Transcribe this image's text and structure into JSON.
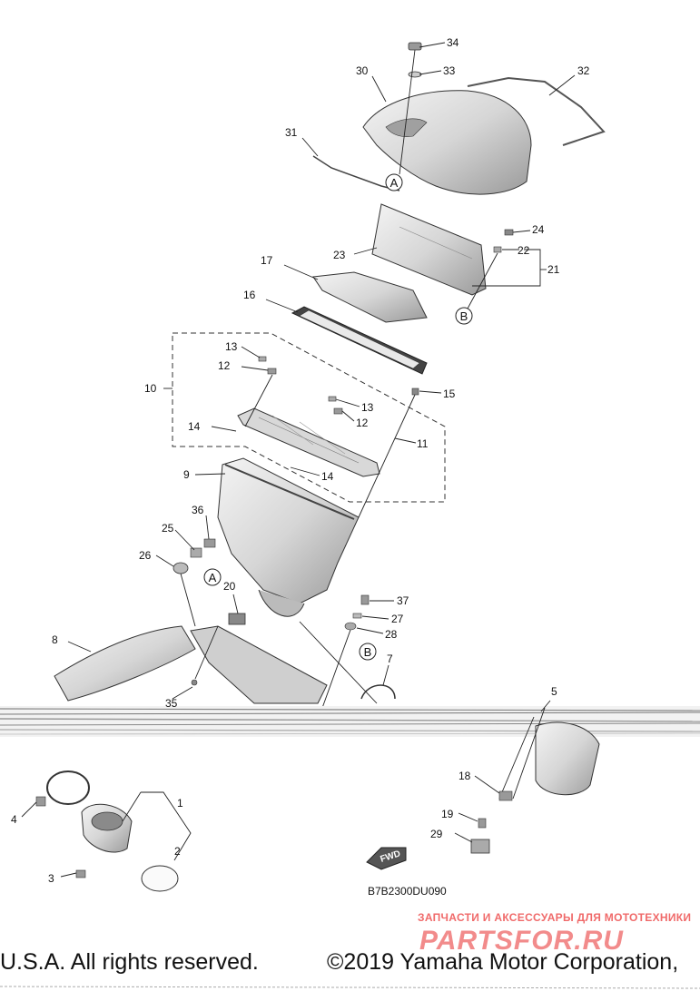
{
  "diagram": {
    "callouts": [
      {
        "id": "c1",
        "label": "1"
      },
      {
        "id": "c2",
        "label": "2"
      },
      {
        "id": "c3",
        "label": "3"
      },
      {
        "id": "c4",
        "label": "4"
      },
      {
        "id": "c5",
        "label": "5"
      },
      {
        "id": "c7",
        "label": "7"
      },
      {
        "id": "c8",
        "label": "8"
      },
      {
        "id": "c9",
        "label": "9"
      },
      {
        "id": "c10",
        "label": "10"
      },
      {
        "id": "c11",
        "label": "11"
      },
      {
        "id": "c12a",
        "label": "12"
      },
      {
        "id": "c12b",
        "label": "12"
      },
      {
        "id": "c13a",
        "label": "13"
      },
      {
        "id": "c13b",
        "label": "13"
      },
      {
        "id": "c14a",
        "label": "14"
      },
      {
        "id": "c14b",
        "label": "14"
      },
      {
        "id": "c15",
        "label": "15"
      },
      {
        "id": "c16",
        "label": "16"
      },
      {
        "id": "c17",
        "label": "17"
      },
      {
        "id": "c18",
        "label": "18"
      },
      {
        "id": "c19",
        "label": "19"
      },
      {
        "id": "c20",
        "label": "20"
      },
      {
        "id": "c21",
        "label": "21"
      },
      {
        "id": "c22",
        "label": "22"
      },
      {
        "id": "c23",
        "label": "23"
      },
      {
        "id": "c24",
        "label": "24"
      },
      {
        "id": "c25",
        "label": "25"
      },
      {
        "id": "c26",
        "label": "26"
      },
      {
        "id": "c27",
        "label": "27"
      },
      {
        "id": "c28",
        "label": "28"
      },
      {
        "id": "c29",
        "label": "29"
      },
      {
        "id": "c30",
        "label": "30"
      },
      {
        "id": "c31",
        "label": "31"
      },
      {
        "id": "c32",
        "label": "32"
      },
      {
        "id": "c33",
        "label": "33"
      },
      {
        "id": "c34",
        "label": "34"
      },
      {
        "id": "c35",
        "label": "35"
      },
      {
        "id": "c36",
        "label": "36"
      },
      {
        "id": "c37",
        "label": "37"
      }
    ],
    "refs": [
      {
        "id": "ra1",
        "label": "A"
      },
      {
        "id": "rb1",
        "label": "B"
      },
      {
        "id": "ra2",
        "label": "A"
      },
      {
        "id": "rb2",
        "label": "B"
      }
    ],
    "fwd_label": "FWD",
    "diagram_code": "B7B2300DU090"
  },
  "watermark": {
    "tagline": "ЗАПЧАСТИ И АКСЕССУАРЫ ДЛЯ МОТОТЕХНИКИ",
    "brand": "PARTSFOR.RU"
  },
  "footer": {
    "left": "U.S.A. All rights reserved.",
    "right": "©2019 Yamaha Motor Corporation,"
  }
}
